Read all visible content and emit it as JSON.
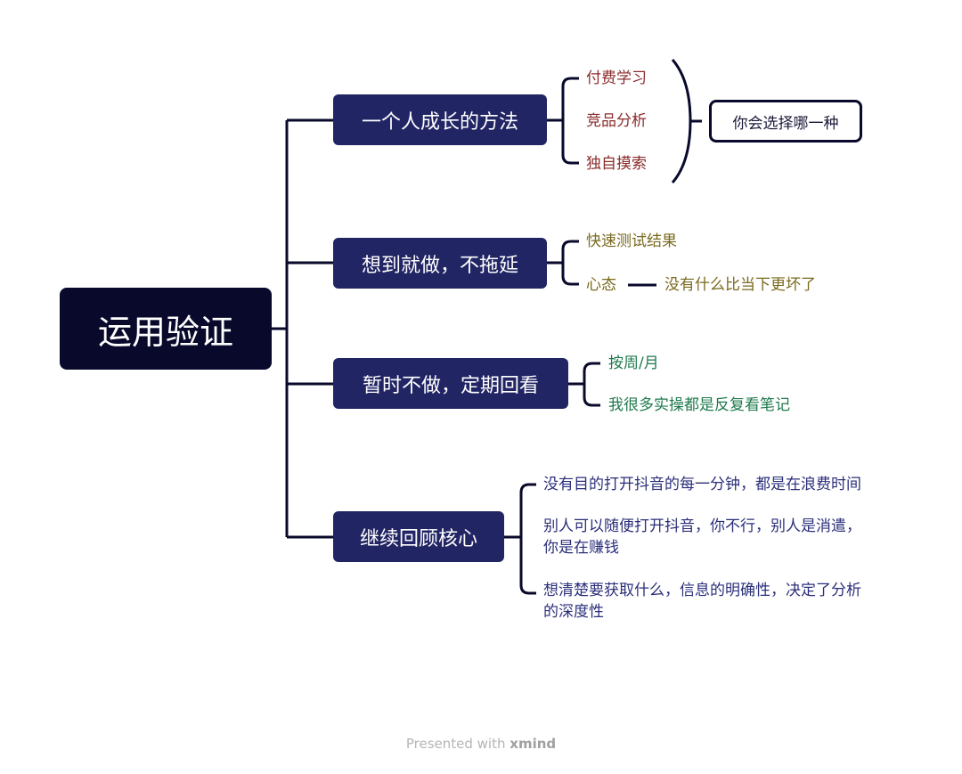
{
  "root": {
    "label": "运用验证"
  },
  "branches": [
    {
      "label": "一个人成长的方法",
      "children": [
        "付费学习",
        "竞品分析",
        "独自摸索"
      ],
      "summary": "你会选择哪一种"
    },
    {
      "label": "想到就做，不拖延",
      "children": [
        "快速测试结果",
        "心态"
      ],
      "sub": "没有什么比当下更坏了"
    },
    {
      "label": "暂时不做，定期回看",
      "children": [
        "按周/月",
        "我很多实操都是反复看笔记"
      ]
    },
    {
      "label": "继续回顾核心",
      "children": [
        "没有目的打开抖音的每一分钟，都是在浪费时间",
        "别人可以随便打开抖音，你不行，别人是消遣，",
        "你是在赚钱",
        "想清楚要获取什么，信息的明确性，决定了分析",
        "的深度性"
      ]
    }
  ],
  "footer": {
    "prefix": "Presented with",
    "brand": "xmind"
  },
  "colors": {
    "root": "#08092b",
    "branch": "#222564",
    "b1": "#8b2c2c",
    "b2": "#7a6a1e",
    "b3": "#1f7a4c",
    "b4": "#2b2f7a"
  }
}
